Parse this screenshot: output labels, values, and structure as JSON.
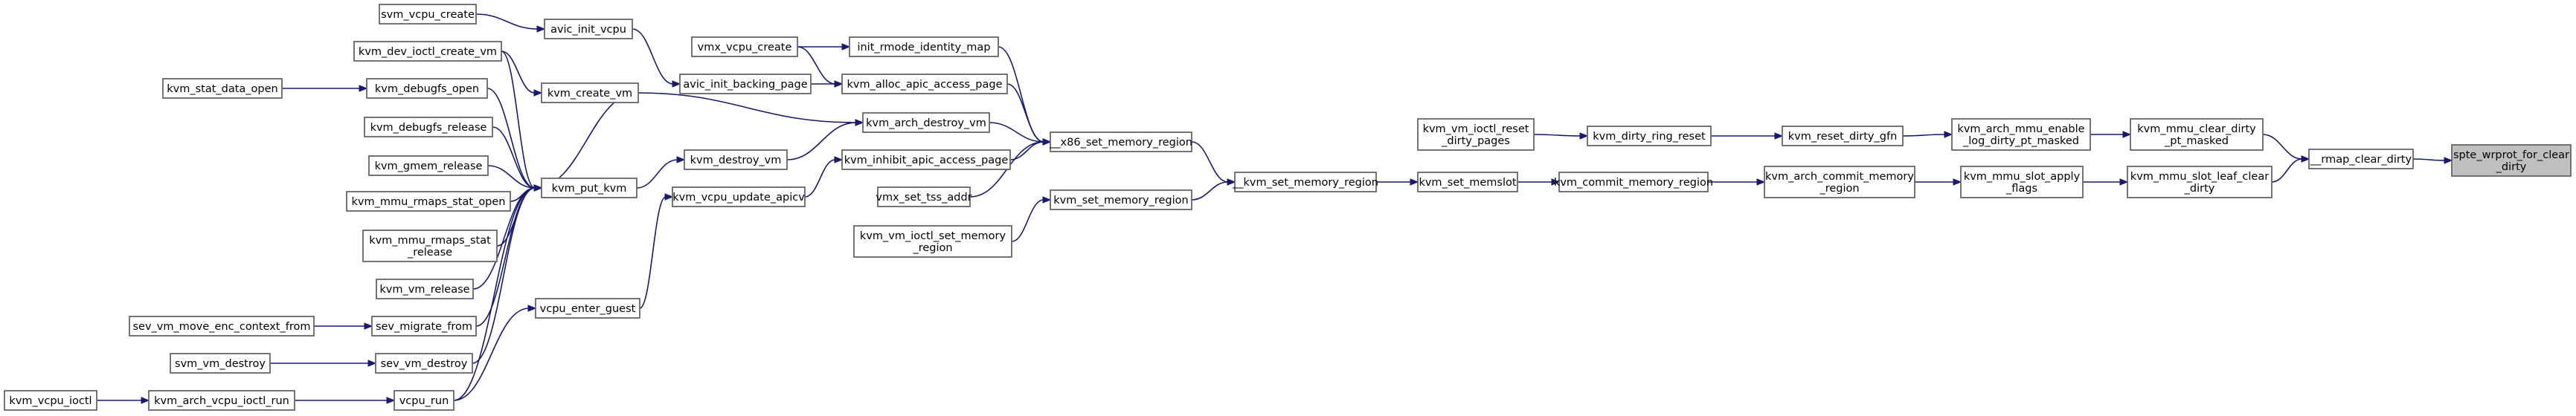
{
  "graph": {
    "nodes": [
      {
        "id": "svm_vcpu_create",
        "lines": [
          "svm_vcpu_create"
        ]
      },
      {
        "id": "avic_init_vcpu",
        "lines": [
          "avic_init_vcpu"
        ]
      },
      {
        "id": "kvm_dev_ioctl_create_vm",
        "lines": [
          "kvm_dev_ioctl_create_vm"
        ]
      },
      {
        "id": "vmx_vcpu_create",
        "lines": [
          "vmx_vcpu_create"
        ]
      },
      {
        "id": "init_rmode_identity_map",
        "lines": [
          "init_rmode_identity_map"
        ]
      },
      {
        "id": "kvm_stat_data_open",
        "lines": [
          "kvm_stat_data_open"
        ]
      },
      {
        "id": "kvm_debugfs_open",
        "lines": [
          "kvm_debugfs_open"
        ]
      },
      {
        "id": "avic_init_backing_page",
        "lines": [
          "avic_init_backing_page"
        ]
      },
      {
        "id": "kvm_alloc_apic_access_page",
        "lines": [
          "kvm_alloc_apic_access_page"
        ]
      },
      {
        "id": "kvm_create_vm",
        "lines": [
          "kvm_create_vm"
        ]
      },
      {
        "id": "kvm_arch_destroy_vm",
        "lines": [
          "kvm_arch_destroy_vm"
        ]
      },
      {
        "id": "kvm_debugfs_release",
        "lines": [
          "kvm_debugfs_release"
        ]
      },
      {
        "id": "x86_set_memory_region",
        "lines": [
          "__x86_set_memory_region"
        ]
      },
      {
        "id": "kvm_destroy_vm",
        "lines": [
          "kvm_destroy_vm"
        ]
      },
      {
        "id": "kvm_inhibit_apic_access_page",
        "lines": [
          "kvm_inhibit_apic_access_page"
        ]
      },
      {
        "id": "kvm_gmem_release",
        "lines": [
          "kvm_gmem_release"
        ]
      },
      {
        "id": "kvm_put_kvm",
        "lines": [
          "kvm_put_kvm"
        ]
      },
      {
        "id": "kvm_vcpu_update_apicv",
        "lines": [
          "kvm_vcpu_update_apicv"
        ]
      },
      {
        "id": "kvm_mmu_rmaps_stat_open",
        "lines": [
          "kvm_mmu_rmaps_stat_open"
        ]
      },
      {
        "id": "vmx_set_tss_addr",
        "lines": [
          "vmx_set_tss_addr"
        ]
      },
      {
        "id": "kvm_set_memory_region",
        "lines": [
          "kvm_set_memory_region"
        ]
      },
      {
        "id": "kvm_mmu_rmaps_stat_release",
        "lines": [
          "kvm_mmu_rmaps_stat",
          "_release"
        ]
      },
      {
        "id": "kvm_vm_ioctl_set_memory_region",
        "lines": [
          "kvm_vm_ioctl_set_memory",
          "_region"
        ]
      },
      {
        "id": "kvm_vm_release",
        "lines": [
          "kvm_vm_release"
        ]
      },
      {
        "id": "vcpu_enter_guest",
        "lines": [
          "vcpu_enter_guest"
        ]
      },
      {
        "id": "sev_vm_move_enc_context_from",
        "lines": [
          "sev_vm_move_enc_context_from"
        ]
      },
      {
        "id": "sev_migrate_from",
        "lines": [
          "sev_migrate_from"
        ]
      },
      {
        "id": "svm_vm_destroy",
        "lines": [
          "svm_vm_destroy"
        ]
      },
      {
        "id": "sev_vm_destroy",
        "lines": [
          "sev_vm_destroy"
        ]
      },
      {
        "id": "kvm_vcpu_ioctl",
        "lines": [
          "kvm_vcpu_ioctl"
        ]
      },
      {
        "id": "kvm_arch_vcpu_ioctl_run",
        "lines": [
          "kvm_arch_vcpu_ioctl_run"
        ]
      },
      {
        "id": "vcpu_run",
        "lines": [
          "vcpu_run"
        ]
      },
      {
        "id": "kvm_set_memory_region_internal",
        "lines": [
          "__kvm_set_memory_region"
        ]
      },
      {
        "id": "kvm_vm_ioctl_reset_dirty_pages",
        "lines": [
          "kvm_vm_ioctl_reset",
          "_dirty_pages"
        ]
      },
      {
        "id": "kvm_dirty_ring_reset",
        "lines": [
          "kvm_dirty_ring_reset"
        ]
      },
      {
        "id": "kvm_set_memslot",
        "lines": [
          "kvm_set_memslot"
        ]
      },
      {
        "id": "kvm_reset_dirty_gfn",
        "lines": [
          "kvm_reset_dirty_gfn"
        ]
      },
      {
        "id": "kvm_commit_memory_region",
        "lines": [
          "kvm_commit_memory_region"
        ]
      },
      {
        "id": "kvm_arch_mmu_enable_log_dirty_pt_masked",
        "lines": [
          "kvm_arch_mmu_enable",
          "_log_dirty_pt_masked"
        ]
      },
      {
        "id": "kvm_arch_commit_memory_region",
        "lines": [
          "kvm_arch_commit_memory",
          "_region"
        ]
      },
      {
        "id": "kvm_mmu_slot_apply_flags",
        "lines": [
          "kvm_mmu_slot_apply",
          "_flags"
        ]
      },
      {
        "id": "kvm_mmu_clear_dirty_pt_masked",
        "lines": [
          "kvm_mmu_clear_dirty",
          "_pt_masked"
        ]
      },
      {
        "id": "kvm_mmu_slot_leaf_clear_dirty",
        "lines": [
          "kvm_mmu_slot_leaf_clear",
          "_dirty"
        ]
      },
      {
        "id": "rmap_clear_dirty",
        "lines": [
          "__rmap_clear_dirty"
        ]
      },
      {
        "id": "spte_wrprot_for_clear_dirty",
        "lines": [
          "spte_wrprot_for_clear",
          "_dirty"
        ],
        "root": true
      }
    ],
    "edges": [
      [
        "svm_vcpu_create",
        "avic_init_vcpu"
      ],
      [
        "avic_init_vcpu",
        "avic_init_backing_page"
      ],
      [
        "kvm_dev_ioctl_create_vm",
        "kvm_create_vm"
      ],
      [
        "kvm_dev_ioctl_create_vm",
        "kvm_put_kvm"
      ],
      [
        "vmx_vcpu_create",
        "init_rmode_identity_map"
      ],
      [
        "vmx_vcpu_create",
        "kvm_alloc_apic_access_page"
      ],
      [
        "init_rmode_identity_map",
        "x86_set_memory_region"
      ],
      [
        "kvm_stat_data_open",
        "kvm_debugfs_open"
      ],
      [
        "kvm_debugfs_open",
        "kvm_put_kvm"
      ],
      [
        "avic_init_backing_page",
        "kvm_alloc_apic_access_page"
      ],
      [
        "kvm_alloc_apic_access_page",
        "x86_set_memory_region"
      ],
      [
        "kvm_create_vm",
        "kvm_put_kvm"
      ],
      [
        "kvm_create_vm",
        "kvm_arch_destroy_vm"
      ],
      [
        "kvm_arch_destroy_vm",
        "x86_set_memory_region"
      ],
      [
        "kvm_debugfs_release",
        "kvm_put_kvm"
      ],
      [
        "x86_set_memory_region",
        "kvm_set_memory_region_internal"
      ],
      [
        "kvm_destroy_vm",
        "kvm_arch_destroy_vm"
      ],
      [
        "kvm_inhibit_apic_access_page",
        "x86_set_memory_region"
      ],
      [
        "kvm_gmem_release",
        "kvm_put_kvm"
      ],
      [
        "kvm_put_kvm",
        "kvm_destroy_vm"
      ],
      [
        "kvm_vcpu_update_apicv",
        "kvm_inhibit_apic_access_page"
      ],
      [
        "kvm_mmu_rmaps_stat_open",
        "kvm_put_kvm"
      ],
      [
        "vmx_set_tss_addr",
        "x86_set_memory_region"
      ],
      [
        "kvm_set_memory_region",
        "kvm_set_memory_region_internal"
      ],
      [
        "kvm_mmu_rmaps_stat_release",
        "kvm_put_kvm"
      ],
      [
        "kvm_vm_ioctl_set_memory_region",
        "kvm_set_memory_region"
      ],
      [
        "kvm_vm_release",
        "kvm_put_kvm"
      ],
      [
        "vcpu_enter_guest",
        "kvm_vcpu_update_apicv"
      ],
      [
        "sev_vm_move_enc_context_from",
        "sev_migrate_from"
      ],
      [
        "sev_migrate_from",
        "kvm_put_kvm"
      ],
      [
        "svm_vm_destroy",
        "sev_vm_destroy"
      ],
      [
        "sev_vm_destroy",
        "kvm_put_kvm"
      ],
      [
        "kvm_vcpu_ioctl",
        "kvm_arch_vcpu_ioctl_run"
      ],
      [
        "kvm_arch_vcpu_ioctl_run",
        "vcpu_run"
      ],
      [
        "vcpu_run",
        "vcpu_enter_guest"
      ],
      [
        "vcpu_run",
        "kvm_put_kvm"
      ],
      [
        "kvm_set_memory_region_internal",
        "kvm_set_memslot"
      ],
      [
        "kvm_vm_ioctl_reset_dirty_pages",
        "kvm_dirty_ring_reset"
      ],
      [
        "kvm_dirty_ring_reset",
        "kvm_reset_dirty_gfn"
      ],
      [
        "kvm_set_memslot",
        "kvm_commit_memory_region"
      ],
      [
        "kvm_reset_dirty_gfn",
        "kvm_arch_mmu_enable_log_dirty_pt_masked"
      ],
      [
        "kvm_commit_memory_region",
        "kvm_arch_commit_memory_region"
      ],
      [
        "kvm_arch_mmu_enable_log_dirty_pt_masked",
        "kvm_mmu_clear_dirty_pt_masked"
      ],
      [
        "kvm_arch_commit_memory_region",
        "kvm_mmu_slot_apply_flags"
      ],
      [
        "kvm_mmu_slot_apply_flags",
        "kvm_mmu_slot_leaf_clear_dirty"
      ],
      [
        "kvm_mmu_clear_dirty_pt_masked",
        "rmap_clear_dirty"
      ],
      [
        "kvm_mmu_slot_leaf_clear_dirty",
        "rmap_clear_dirty"
      ],
      [
        "rmap_clear_dirty",
        "spte_wrprot_for_clear_dirty"
      ]
    ]
  }
}
